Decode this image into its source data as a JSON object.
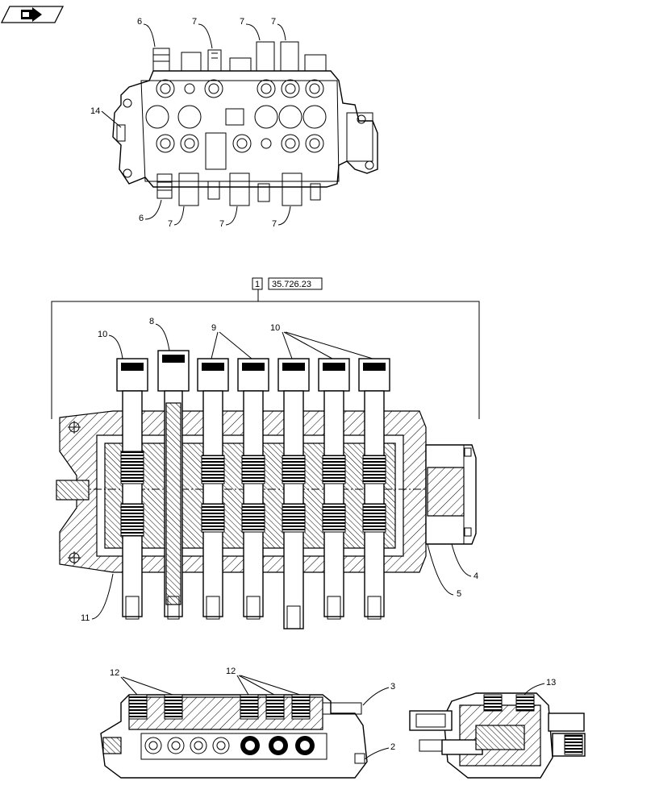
{
  "nav": {
    "icon": "next-page-arrow-icon"
  },
  "reference": {
    "index": "1",
    "code": "35.726.23"
  },
  "top_view_callouts": {
    "c6_top": "6",
    "c7_top_a": "7",
    "c7_top_b": "7",
    "c7_top_c": "7",
    "c14": "14",
    "c6_bottom": "6",
    "c7_bottom_a": "7",
    "c7_bottom_b": "7",
    "c7_bottom_c": "7"
  },
  "section_view_callouts": {
    "c10_left": "10",
    "c8": "8",
    "c9": "9",
    "c10_right": "10",
    "c11": "11",
    "c4": "4",
    "c5": "5"
  },
  "bottom_view_callouts": {
    "c12_left": "12",
    "c12_right": "12",
    "c3": "3",
    "c2": "2",
    "c13": "13"
  }
}
